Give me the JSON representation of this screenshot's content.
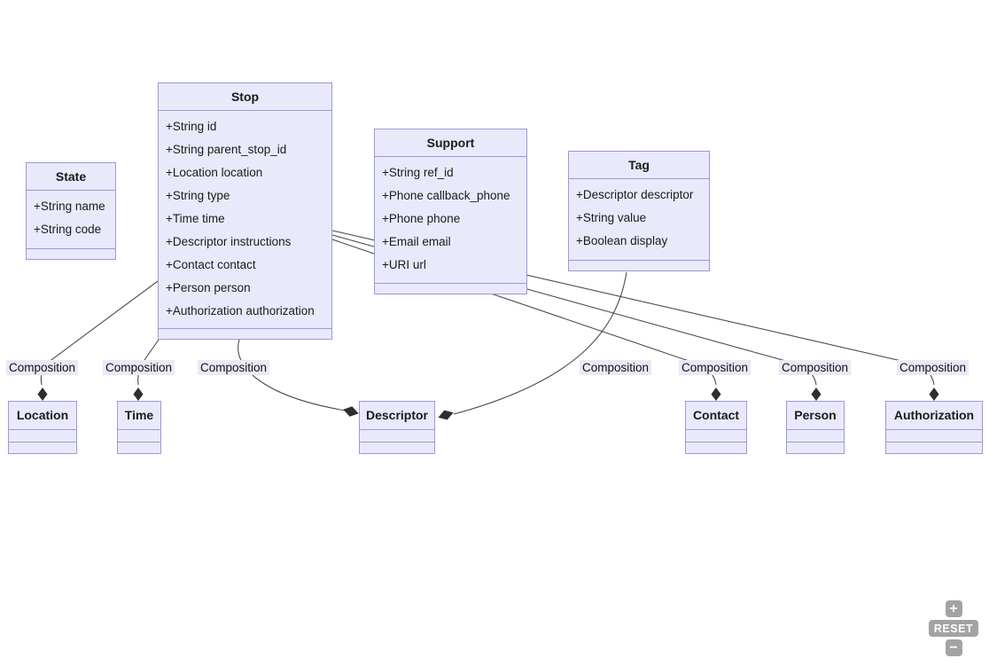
{
  "app": {
    "controls": {
      "zoom_in_label": "+",
      "reset_label": "RESET",
      "zoom_out_label": "−"
    }
  },
  "diagram": {
    "type": "uml-class-diagram",
    "classes": [
      {
        "id": "state",
        "name": "State",
        "attributes": [
          "+String name",
          "+String code"
        ]
      },
      {
        "id": "stop",
        "name": "Stop",
        "attributes": [
          "+String id",
          "+String parent_stop_id",
          "+Location location",
          "+String type",
          "+Time time",
          "+Descriptor instructions",
          "+Contact contact",
          "+Person person",
          "+Authorization authorization"
        ]
      },
      {
        "id": "support",
        "name": "Support",
        "attributes": [
          "+String ref_id",
          "+Phone callback_phone",
          "+Phone phone",
          "+Email email",
          "+URI url"
        ]
      },
      {
        "id": "tag",
        "name": "Tag",
        "attributes": [
          "+Descriptor descriptor",
          "+String value",
          "+Boolean display"
        ]
      },
      {
        "id": "location",
        "name": "Location",
        "attributes": []
      },
      {
        "id": "time",
        "name": "Time",
        "attributes": []
      },
      {
        "id": "descriptor",
        "name": "Descriptor",
        "attributes": []
      },
      {
        "id": "contact",
        "name": "Contact",
        "attributes": []
      },
      {
        "id": "person",
        "name": "Person",
        "attributes": []
      },
      {
        "id": "authorization",
        "name": "Authorization",
        "attributes": []
      }
    ],
    "relationships": [
      {
        "label": "Composition",
        "from": "Stop",
        "to": "Location"
      },
      {
        "label": "Composition",
        "from": "Stop",
        "to": "Time"
      },
      {
        "label": "Composition",
        "from": "Stop",
        "to": "Descriptor"
      },
      {
        "label": "Composition",
        "from": "Tag",
        "to": "Descriptor"
      },
      {
        "label": "Composition",
        "from": "Stop",
        "to": "Contact"
      },
      {
        "label": "Composition",
        "from": "Stop",
        "to": "Person"
      },
      {
        "label": "Composition",
        "from": "Stop",
        "to": "Authorization"
      }
    ],
    "colors": {
      "node_fill": "#e9e9fc",
      "node_border": "#a594d8",
      "connector": "#4d4d4d",
      "diamond": "#2e2e2e",
      "label_bg": "#e9e9f8",
      "control_bg": "#a3a3a3"
    }
  }
}
